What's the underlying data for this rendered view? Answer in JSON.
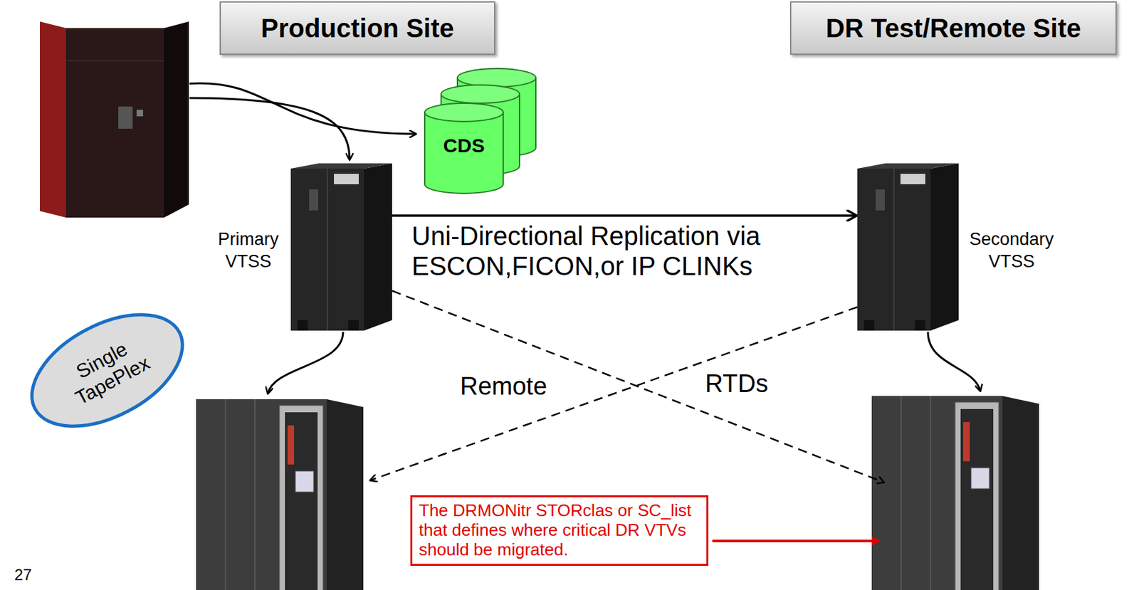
{
  "diagram": {
    "nodes": [
      {
        "text": [
          "Production Site"
        ]
      },
      {
        "text": [
          "DR Test/Remote Site"
        ]
      },
      {
        "text": [
          "CDS"
        ]
      },
      {
        "text": [
          "Primary VTSS"
        ]
      },
      {
        "text": [
          "Secondary VTSS"
        ]
      },
      {
        "text": [
          "Single TapePlex"
        ]
      },
      {
        "text": [
          "The DRMONitr STORclas or SC_list that defines where critical DR VTVs should be migrated."
        ]
      }
    ],
    "edges": [
      {
        "from": 3,
        "to": 4,
        "arrow": "to",
        "label": "Uni-Directional Replication via ESCON,FICON,or IP CLINKs"
      }
    ],
    "labels": [
      "Remote",
      "RTDs",
      "27"
    ]
  }
}
